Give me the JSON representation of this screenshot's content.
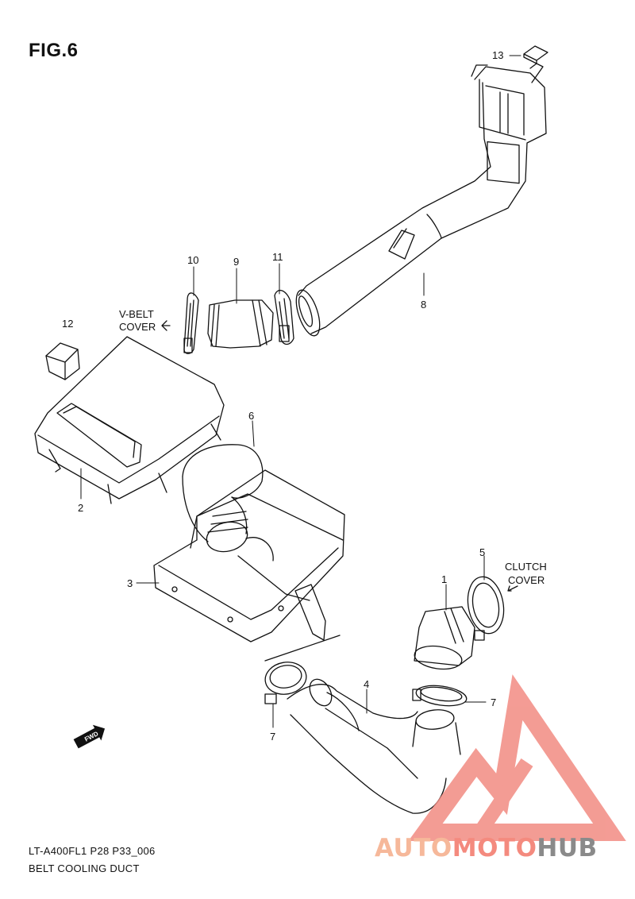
{
  "figure": {
    "title": "FIG.6"
  },
  "callouts": [
    {
      "id": "13",
      "label": "13"
    },
    {
      "id": "10",
      "label": "10"
    },
    {
      "id": "9",
      "label": "9"
    },
    {
      "id": "11",
      "label": "11"
    },
    {
      "id": "8",
      "label": "8"
    },
    {
      "id": "12",
      "label": "12"
    },
    {
      "id": "6",
      "label": "6"
    },
    {
      "id": "2",
      "label": "2"
    },
    {
      "id": "3",
      "label": "3"
    },
    {
      "id": "5",
      "label": "5"
    },
    {
      "id": "1",
      "label": "1"
    },
    {
      "id": "4",
      "label": "4"
    },
    {
      "id": "7a",
      "label": "7"
    },
    {
      "id": "7b",
      "label": "7"
    }
  ],
  "directions": {
    "vbelt": {
      "line1": "V-BELT",
      "line2": "COVER"
    },
    "clutch": {
      "line1": "CLUTCH",
      "line2": "COVER"
    },
    "fwd": "FWD"
  },
  "footer": {
    "code": "LT-A400FL1 P28 P33_006",
    "name": "BELT COOLING DUCT"
  },
  "watermark": {
    "part1": "AUTO",
    "part2": "MOTO",
    "part3": "HUB",
    "color1": "#f6b89a",
    "color2": "#f48a7e",
    "color3": "#8a8a8a"
  }
}
